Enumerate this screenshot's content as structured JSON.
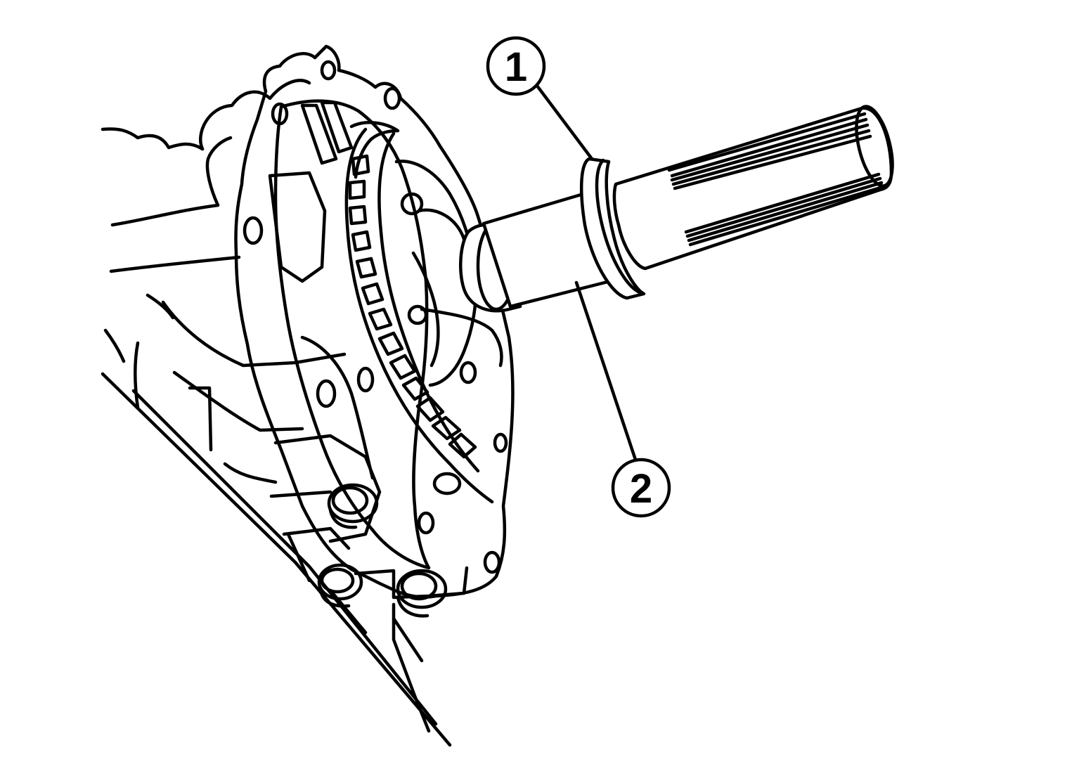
{
  "diagram": {
    "colors": {
      "line": "#000000",
      "background": "#ffffff"
    },
    "callouts": [
      {
        "id": "callout-1",
        "label": "1"
      },
      {
        "id": "callout-2",
        "label": "2"
      }
    ]
  }
}
